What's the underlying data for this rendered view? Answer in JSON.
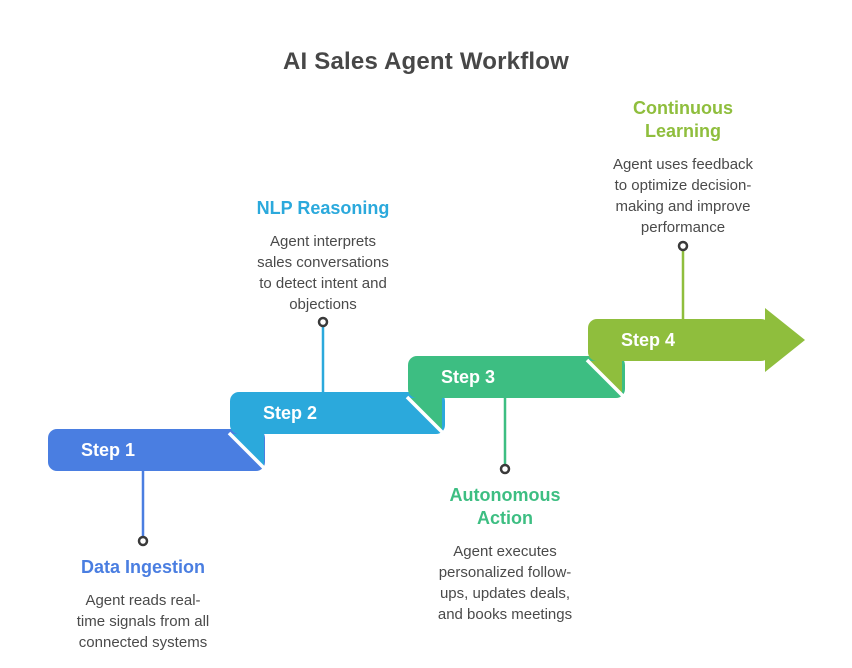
{
  "title": "AI Sales Agent Workflow",
  "colors": {
    "step1": "#4A7EE1",
    "step2": "#2BA9DC",
    "step3": "#3DBE82",
    "step4": "#8FBE3D",
    "title_text": "#474747",
    "body_text": "#4A4A4A",
    "step_label_text": "#FFFFFF",
    "dot_ring": "#3A3A3A",
    "background": "#FFFFFF"
  },
  "steps": [
    {
      "label": "Step 1",
      "color": "#4A7EE1",
      "heading": "Data Ingestion",
      "heading_lines": [
        "Data Ingestion"
      ],
      "body_lines": [
        "Agent reads real-",
        "time signals from all",
        "connected systems"
      ]
    },
    {
      "label": "Step 2",
      "color": "#2BA9DC",
      "heading": "NLP Reasoning",
      "heading_lines": [
        "NLP Reasoning"
      ],
      "body_lines": [
        "Agent interprets",
        "sales conversations",
        "to detect intent and",
        "objections"
      ]
    },
    {
      "label": "Step 3",
      "color": "#3DBE82",
      "heading": "Autonomous Action",
      "heading_lines": [
        "Autonomous",
        "Action"
      ],
      "body_lines": [
        "Agent executes",
        "personalized follow-",
        "ups, updates deals,",
        "and books meetings"
      ]
    },
    {
      "label": "Step 4",
      "color": "#8FBE3D",
      "heading": "Continuous Learning",
      "heading_lines": [
        "Continuous",
        "Learning"
      ],
      "body_lines": [
        "Agent uses feedback",
        "to optimize decision-",
        "making and improve",
        "performance"
      ]
    }
  ]
}
